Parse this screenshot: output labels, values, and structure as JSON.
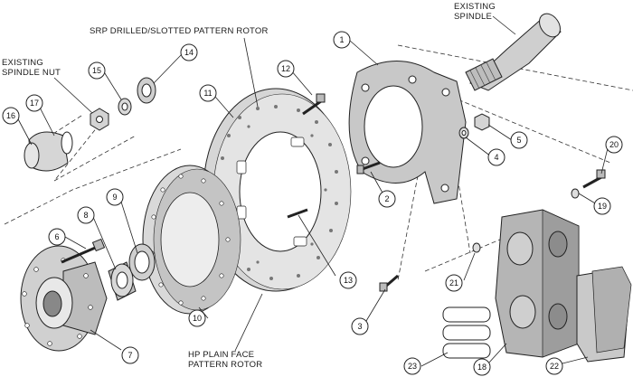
{
  "labels": {
    "existing_spindle_l1": "EXISTING",
    "existing_spindle_l2": "SPINDLE",
    "existing_spindle_nut_l1": "EXISTING",
    "existing_spindle_nut_l2": "SPINDLE NUT",
    "srp_rotor": "SRP DRILLED/SLOTTED PATTERN ROTOR",
    "hp_rotor_l1": "HP PLAIN FACE",
    "hp_rotor_l2": "PATTERN ROTOR"
  },
  "callouts": [
    "1",
    "2",
    "3",
    "4",
    "5",
    "6",
    "7",
    "8",
    "9",
    "10",
    "11",
    "12",
    "13",
    "14",
    "15",
    "16",
    "17",
    "18",
    "19",
    "20",
    "21",
    "22",
    "23"
  ],
  "colors": {
    "line": "#222222",
    "part_fill": "#d9d9d9",
    "part_dark": "#9a9a9a",
    "bracket_fill": "#c8c8c8",
    "caliper_fill": "#b5b5b5"
  }
}
